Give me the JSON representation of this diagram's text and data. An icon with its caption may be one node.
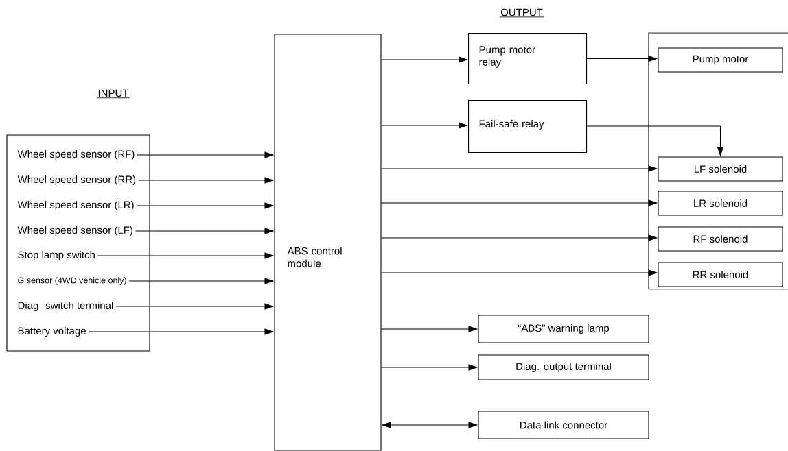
{
  "diagram": {
    "nodes": [
      {
        "text": [
          "INPUT"
        ]
      },
      {
        "text": [
          "Wheel speed sensor (RF)"
        ],
        "in": 0
      },
      {
        "text": [
          "Wheel speed sensor (RR)"
        ],
        "in": 0
      },
      {
        "text": [
          "Wheel speed sensor (LR)"
        ],
        "in": 0
      },
      {
        "text": [
          "Wheel speed sensor (LF)"
        ],
        "in": 0
      },
      {
        "text": [
          "Stop lamp switch"
        ],
        "in": 0
      },
      {
        "text": [
          "G sensor (4WD vehicle only)"
        ],
        "in": 0
      },
      {
        "text": [
          "Diag. switch terminal"
        ],
        "in": 0
      },
      {
        "text": [
          "Battery voltage"
        ],
        "in": 0
      },
      {
        "text": [
          "ABS control module"
        ]
      },
      {
        "text": [
          "Pump motor relay"
        ]
      },
      {
        "text": [
          "Fail-safe relay"
        ]
      },
      {
        "text": [],
        "shape": "box"
      },
      {
        "text": [
          "Pump motor"
        ],
        "in": 12
      },
      {
        "text": [
          "LF solenoid"
        ],
        "in": 12
      },
      {
        "text": [
          "LR solenoid"
        ],
        "in": 12
      },
      {
        "text": [
          "RF solenoid"
        ],
        "in": 12
      },
      {
        "text": [
          "RR solenoid"
        ],
        "in": 12
      },
      {
        "text": [
          "“ABS” warning lamp"
        ]
      },
      {
        "text": [
          "Diag. output terminal"
        ]
      },
      {
        "text": [
          "Data link connector"
        ]
      }
    ],
    "edges": [
      {
        "from": 1,
        "to": 9,
        "arrow": "to"
      },
      {
        "from": 2,
        "to": 9,
        "arrow": "to"
      },
      {
        "from": 3,
        "to": 9,
        "arrow": "to"
      },
      {
        "from": 4,
        "to": 9,
        "arrow": "to"
      },
      {
        "from": 5,
        "to": 9,
        "arrow": "to"
      },
      {
        "from": 6,
        "to": 9,
        "arrow": "to"
      },
      {
        "from": 7,
        "to": 9,
        "arrow": "to"
      },
      {
        "from": 8,
        "to": 9,
        "arrow": "to"
      },
      {
        "from": 9,
        "to": 10,
        "arrow": "to"
      },
      {
        "from": 9,
        "to": 11,
        "arrow": "to"
      },
      {
        "from": 10,
        "to": 13,
        "arrow": "to"
      },
      {
        "from": 11,
        "to": 14,
        "arrow": "to"
      },
      {
        "from": 9,
        "to": 14,
        "arrow": "to"
      },
      {
        "from": 9,
        "to": 15,
        "arrow": "to"
      },
      {
        "from": 9,
        "to": 16,
        "arrow": "to"
      },
      {
        "from": 9,
        "to": 17,
        "arrow": "to"
      },
      {
        "from": 9,
        "to": 18,
        "arrow": "to"
      },
      {
        "from": 9,
        "to": 19,
        "arrow": "to"
      },
      {
        "from": 9,
        "to": 20,
        "arrow": "both"
      }
    ],
    "labels": [
      "OUTPUT"
    ]
  }
}
